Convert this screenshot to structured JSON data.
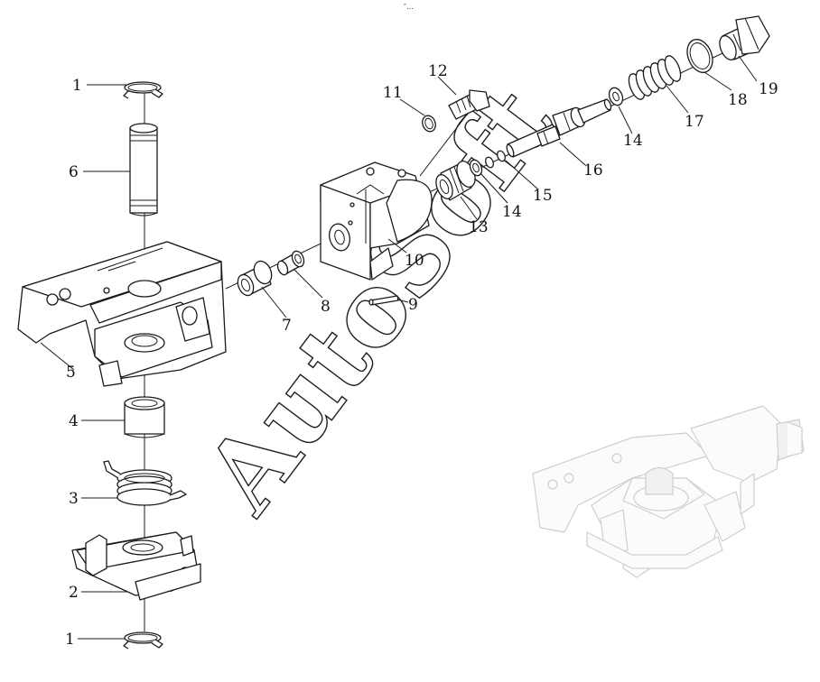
{
  "header": {
    "mark": "″…"
  },
  "watermark": {
    "text": "AutoSoft",
    "color": "#c8c8c8"
  },
  "callouts": [
    {
      "id": "c1a",
      "label": "1"
    },
    {
      "id": "c6",
      "label": "6"
    },
    {
      "id": "c5",
      "label": "5"
    },
    {
      "id": "c4",
      "label": "4"
    },
    {
      "id": "c3",
      "label": "3"
    },
    {
      "id": "c2",
      "label": "2"
    },
    {
      "id": "c1b",
      "label": "1"
    },
    {
      "id": "c7",
      "label": "7"
    },
    {
      "id": "c8",
      "label": "8"
    },
    {
      "id": "c9",
      "label": "9"
    },
    {
      "id": "c10",
      "label": "10"
    },
    {
      "id": "c11",
      "label": "11"
    },
    {
      "id": "c12",
      "label": "12"
    },
    {
      "id": "c13",
      "label": "13"
    },
    {
      "id": "c14a",
      "label": "14"
    },
    {
      "id": "c15",
      "label": "15"
    },
    {
      "id": "c16",
      "label": "16"
    },
    {
      "id": "c14b",
      "label": "14"
    },
    {
      "id": "c17",
      "label": "17"
    },
    {
      "id": "c18",
      "label": "18"
    },
    {
      "id": "c19",
      "label": "19"
    }
  ]
}
